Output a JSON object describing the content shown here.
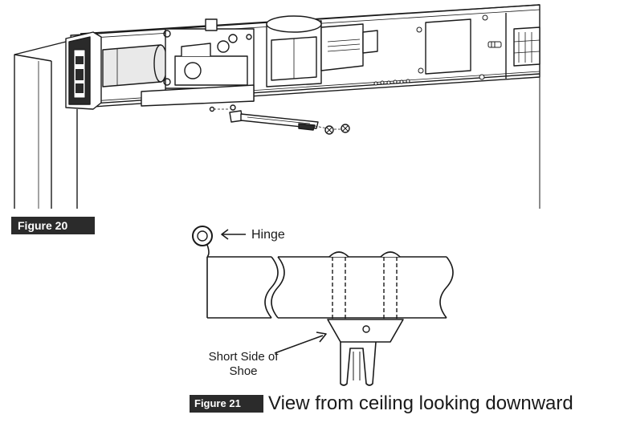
{
  "figures": {
    "fig20": {
      "badge": "Figure 20"
    },
    "fig21": {
      "badge": "Figure 21",
      "caption": "View from ceiling looking downward"
    }
  },
  "labels": {
    "hinge": "Hinge",
    "short_side_of_shoe": "Short Side of Shoe"
  },
  "colors": {
    "line": "#1a1a1a",
    "badge_bg": "#2b2b2b",
    "badge_text": "#ffffff",
    "motor_fill": "#e9e9e9",
    "dark_fill": "#2a2a2a"
  }
}
